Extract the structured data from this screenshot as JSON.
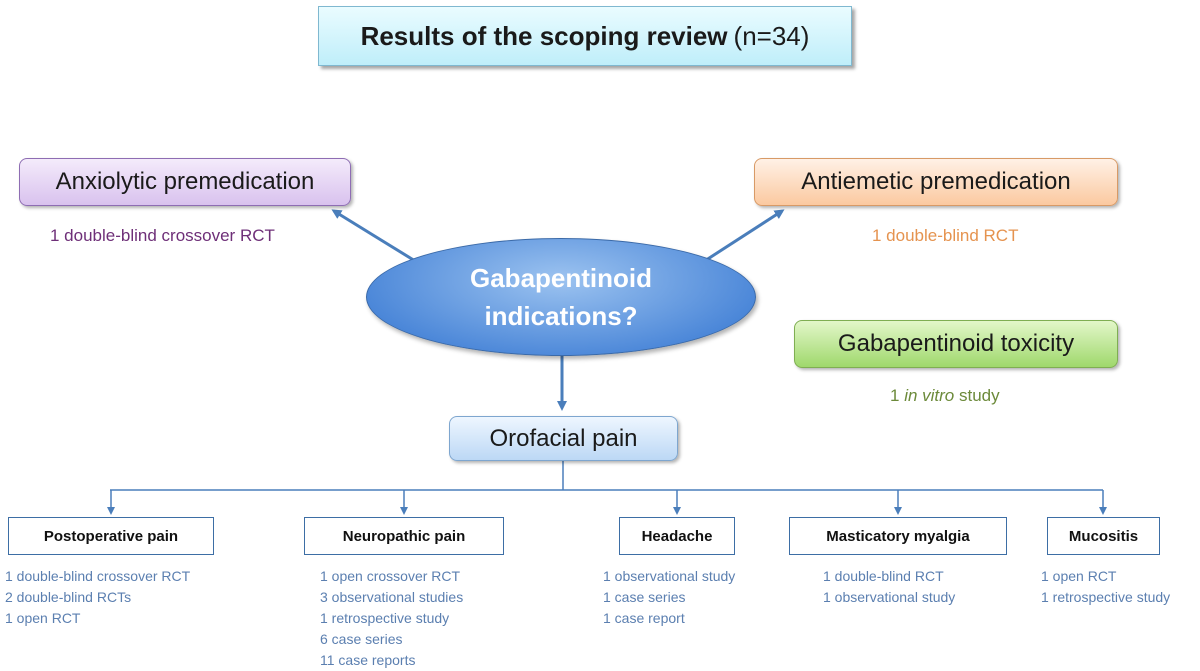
{
  "title": {
    "bold": "Results of the scoping review",
    "normal": "(n=34)"
  },
  "center": {
    "line1": "Gabapentinoid",
    "line2": "indications?"
  },
  "anxiolytic": {
    "label": "Anxiolytic premedication",
    "sub": "1 double-blind crossover RCT"
  },
  "antiemetic": {
    "label": "Antiemetic premedication",
    "sub": "1 double-blind RCT"
  },
  "toxicity": {
    "label": "Gabapentinoid toxicity",
    "sub_pre": "1 ",
    "sub_italic": "in vitro",
    "sub_post": " study"
  },
  "orofacial": {
    "label": "Orofacial pain"
  },
  "categories": [
    {
      "label": "Postoperative pain",
      "items": [
        "1 double-blind crossover RCT",
        "2 double-blind RCTs",
        "1 open RCT"
      ]
    },
    {
      "label": "Neuropathic pain",
      "items": [
        "1 open crossover RCT",
        "3 observational studies",
        "1 retrospective study",
        "6 case series",
        "11 case reports"
      ]
    },
    {
      "label": "Headache",
      "items": [
        "1 observational study",
        "1 case series",
        "1 case report"
      ]
    },
    {
      "label": "Masticatory myalgia",
      "items": [
        "1 double-blind RCT",
        "1 observational study"
      ]
    },
    {
      "label": "Mucositis",
      "items": [
        "1 open RCT",
        "1 retrospective study"
      ]
    }
  ],
  "colors": {
    "arrow": "#4a7ebb",
    "purple_text": "#6e2f78",
    "orange_text": "#e5934f",
    "green_text": "#6c8a3a",
    "list_text": "#5b7fb0"
  }
}
